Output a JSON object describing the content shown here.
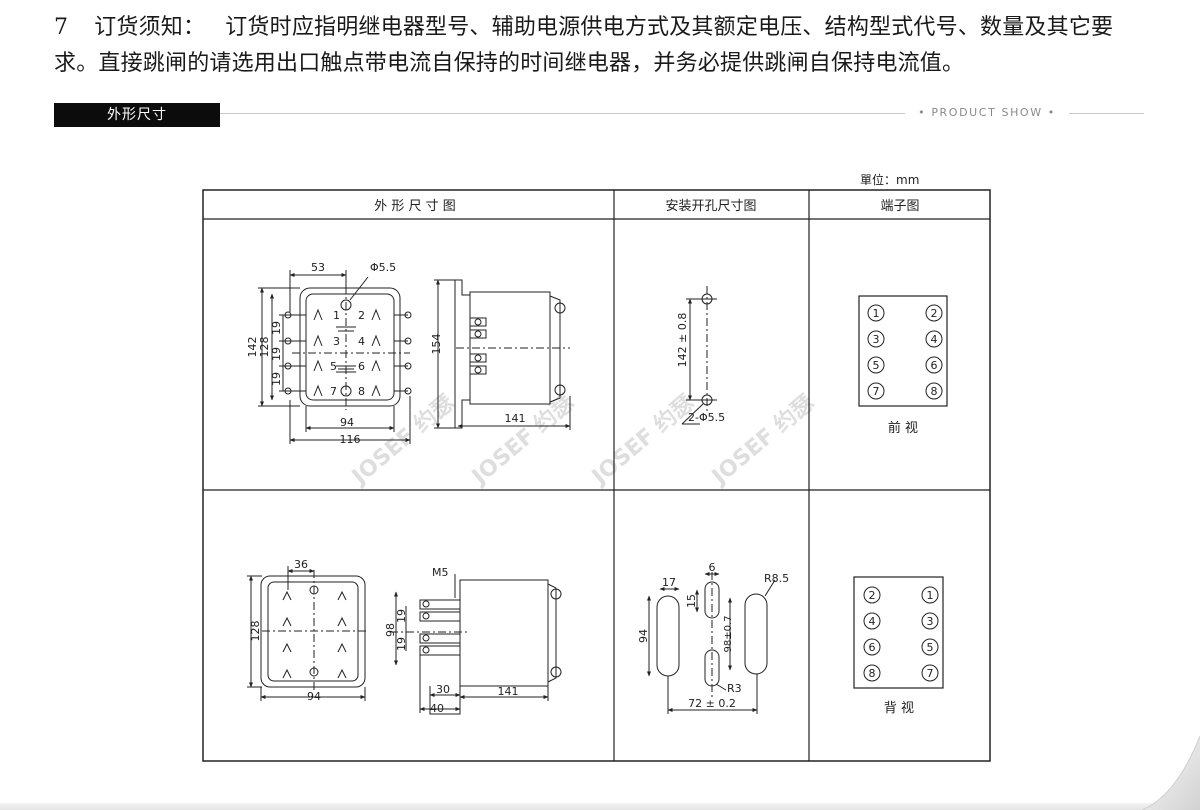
{
  "note": {
    "number": "7",
    "label": "订货须知：",
    "text": "订货时应指明继电器型号、辅助电源供电方式及其额定电压、结构型式代号、数量及其它要求。直接跳闸的请选用出口触点带电流自保持的时间继电器，并务必提供跳闸自保持电流值。"
  },
  "section": {
    "title": "外形尺寸",
    "subtitle": "PRODUCT SHOW"
  },
  "table": {
    "unit": "單位：mm",
    "headers": [
      "外 形 尺 寸 图",
      "安装开孔尺寸图",
      "端子图"
    ],
    "front_label": "前  视",
    "back_label": "背  视"
  },
  "watermark": "JOSEF 约瑟",
  "front_view": {
    "dims": {
      "top_width": "53",
      "hole": "Φ5.5",
      "height_outer": "142",
      "height_inner": "128",
      "pitch": "19",
      "width_inner": "94",
      "width_outer": "116",
      "side_height": "154",
      "depth": "141"
    },
    "terminals": [
      "1",
      "2",
      "3",
      "4",
      "5",
      "6",
      "7",
      "8"
    ]
  },
  "back_view": {
    "dims": {
      "top_width": "36",
      "height": "128",
      "width": "94",
      "screw": "M5",
      "side_height": "98",
      "pitch": "19",
      "flange": "30",
      "base": "40",
      "depth": "141"
    }
  },
  "cutout_front": {
    "spacing": "142 ± 0.8",
    "holes": "2-Φ5.5"
  },
  "cutout_back": {
    "slot_width": "17",
    "slot_height": "94",
    "hole_w": "6",
    "hole_h": "15",
    "center": "98±0.7",
    "radius_large": "R8.5",
    "radius_small": "R3",
    "spacing": "72 ± 0.2"
  },
  "terminals_front": [
    "1",
    "2",
    "3",
    "4",
    "5",
    "6",
    "7",
    "8"
  ],
  "terminals_back": [
    "2",
    "1",
    "4",
    "3",
    "6",
    "5",
    "8",
    "7"
  ]
}
